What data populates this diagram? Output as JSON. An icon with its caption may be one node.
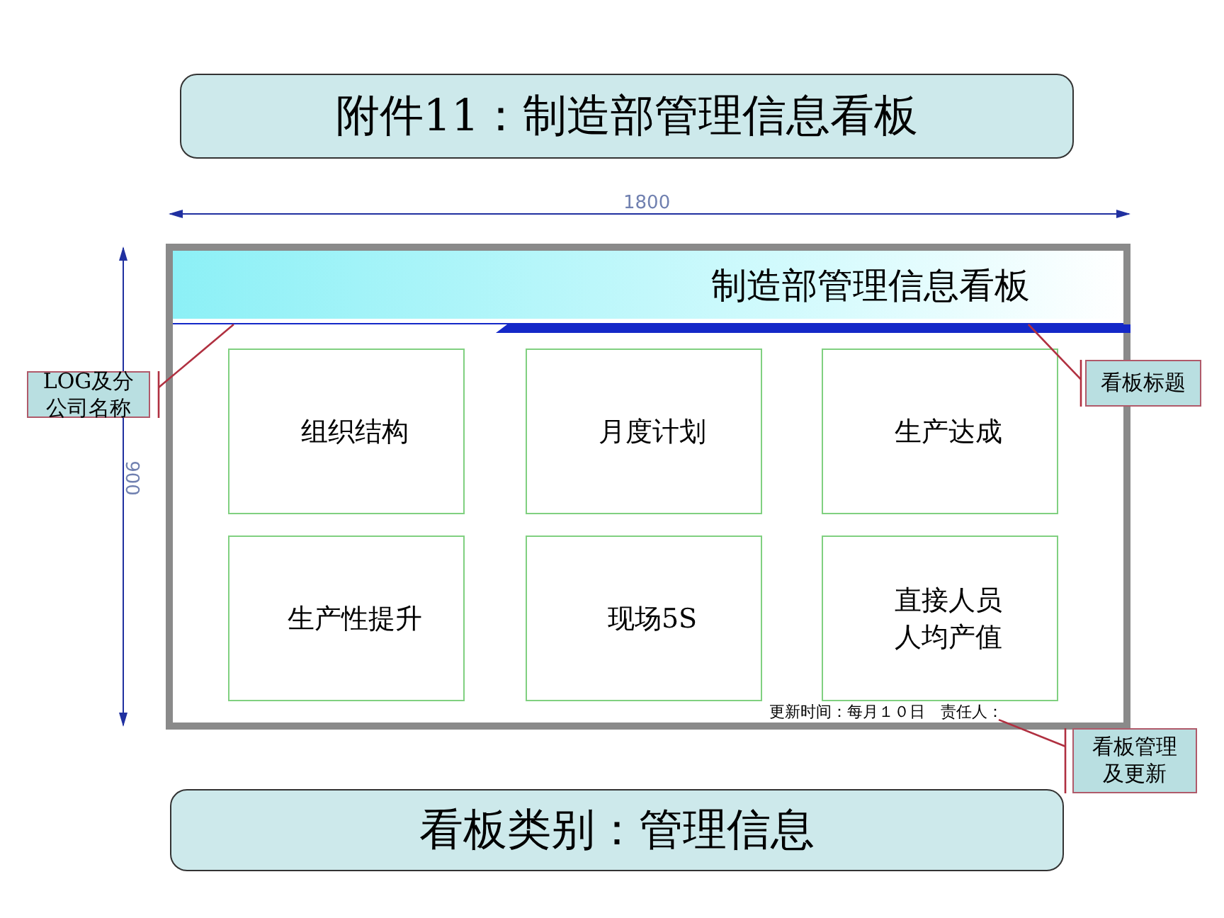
{
  "diagram": {
    "nodes": [
      {
        "text": [
          "附件11：制造部管理信息看板"
        ]
      },
      {
        "text": [],
        "shape": "box"
      },
      {
        "text": [
          "制造部管理信息看板"
        ],
        "in": 1
      },
      {
        "text": [
          "组织结构"
        ],
        "in": 1
      },
      {
        "text": [
          "月度计划"
        ],
        "in": 1
      },
      {
        "text": [
          "生产达成"
        ],
        "in": 1
      },
      {
        "text": [
          "生产性提升"
        ],
        "in": 1
      },
      {
        "text": [
          "现场5S"
        ],
        "in": 1
      },
      {
        "text": [
          "直接人员人均产值"
        ],
        "in": 1
      },
      {
        "text": [
          "更新时间：每月１０日　责任人："
        ],
        "in": 1
      },
      {
        "text": [
          "LOG及分公司名称"
        ]
      },
      {
        "text": [
          "看板标题"
        ]
      },
      {
        "text": [
          "看板管理及更新"
        ]
      },
      {
        "text": [
          "看板类别：管理信息"
        ]
      }
    ],
    "edges": [
      {
        "from": 10,
        "to": 2,
        "arrow": "none"
      },
      {
        "from": 11,
        "to": 2,
        "arrow": "none"
      },
      {
        "from": 12,
        "to": 9,
        "arrow": "none"
      }
    ],
    "labels": [
      "1800",
      "900"
    ]
  }
}
